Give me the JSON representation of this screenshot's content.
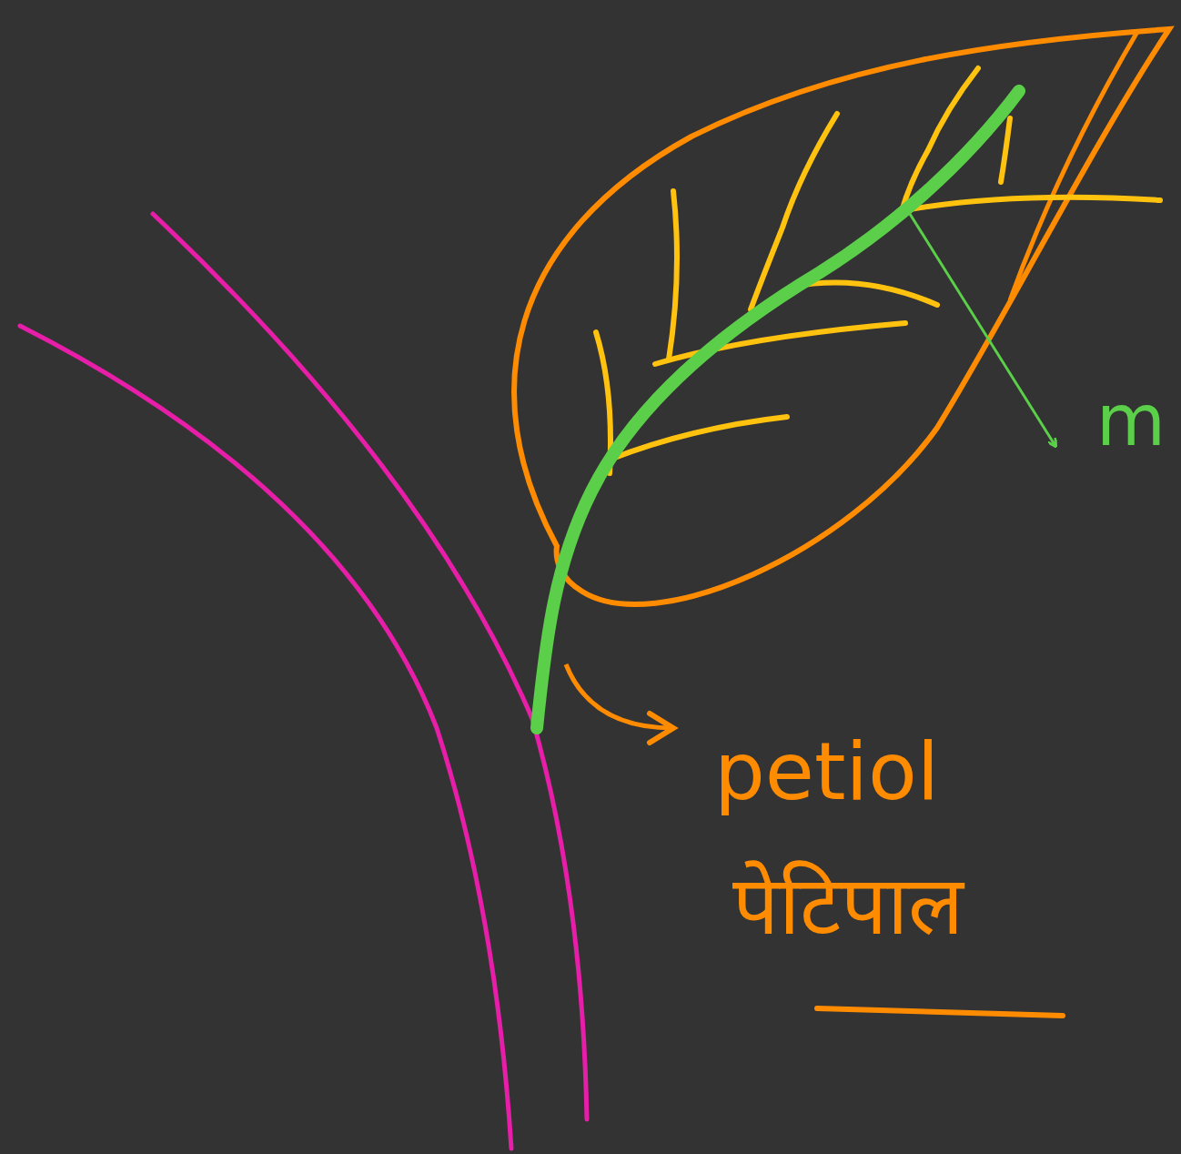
{
  "diagram": {
    "labels": [
      "m",
      "petiol",
      "पेटिपाल"
    ]
  }
}
